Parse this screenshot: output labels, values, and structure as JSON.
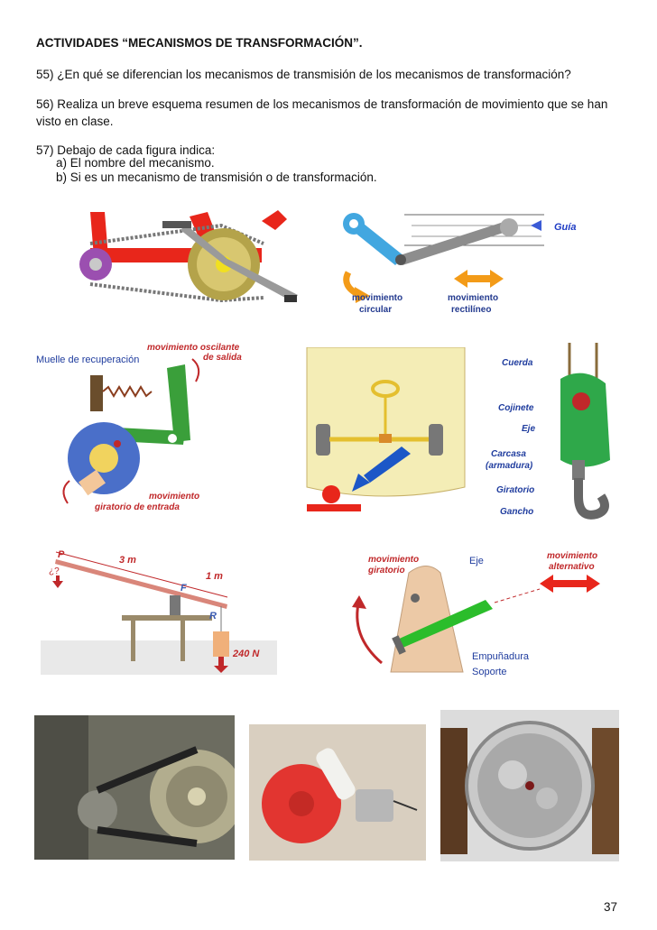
{
  "heading": "ACTIVIDADES “MECANISMOS DE TRANSFORMACIÓN”.",
  "questions": {
    "q55": "55) ¿En qué se diferencian los mecanismos de transmisión de los mecanismos de transformación?",
    "q56_line1": "56) Realiza un breve esquema resumen de los mecanismos de transformación de movimiento que se han",
    "q56_line2": "visto en clase.",
    "q57": "57) Debajo de cada figura indica:",
    "q57_a": "a)  El nombre del mecanismo.",
    "q57_b": "b)  Si es un mecanismo de transmisión o de transformación."
  },
  "figures": {
    "crank_slider": {
      "guide": "Guía",
      "circ_1": "movimiento",
      "circ_2": "circular",
      "rect_1": "movimiento",
      "rect_2": "rectilíneo"
    },
    "cam_lever": {
      "spring": "Muelle de recuperación",
      "out_1": "movimiento oscilante",
      "out_2": "de salida",
      "in_1": "movimiento",
      "in_2": "giratorio de entrada"
    },
    "hook": {
      "cuerda": "Cuerda",
      "cojinete": "Cojinete",
      "eje": "Eje",
      "carcasa_1": "Carcasa",
      "carcasa_2": "(armadura)",
      "giratorio": "Giratorio",
      "gancho": "Gancho"
    },
    "lever": {
      "p": "P",
      "q": "¿?",
      "d1": "3 m",
      "d2": "1 m",
      "f": "F",
      "r": "R",
      "load": "240 N"
    },
    "handle_crank": {
      "mov_1": "movimiento",
      "mov_2": "giratorio",
      "eje": "Eje",
      "alt_1": "movimiento",
      "alt_2": "alternativo",
      "grip": "Empuñadura",
      "support": "Soporte"
    }
  },
  "page_number": "37"
}
